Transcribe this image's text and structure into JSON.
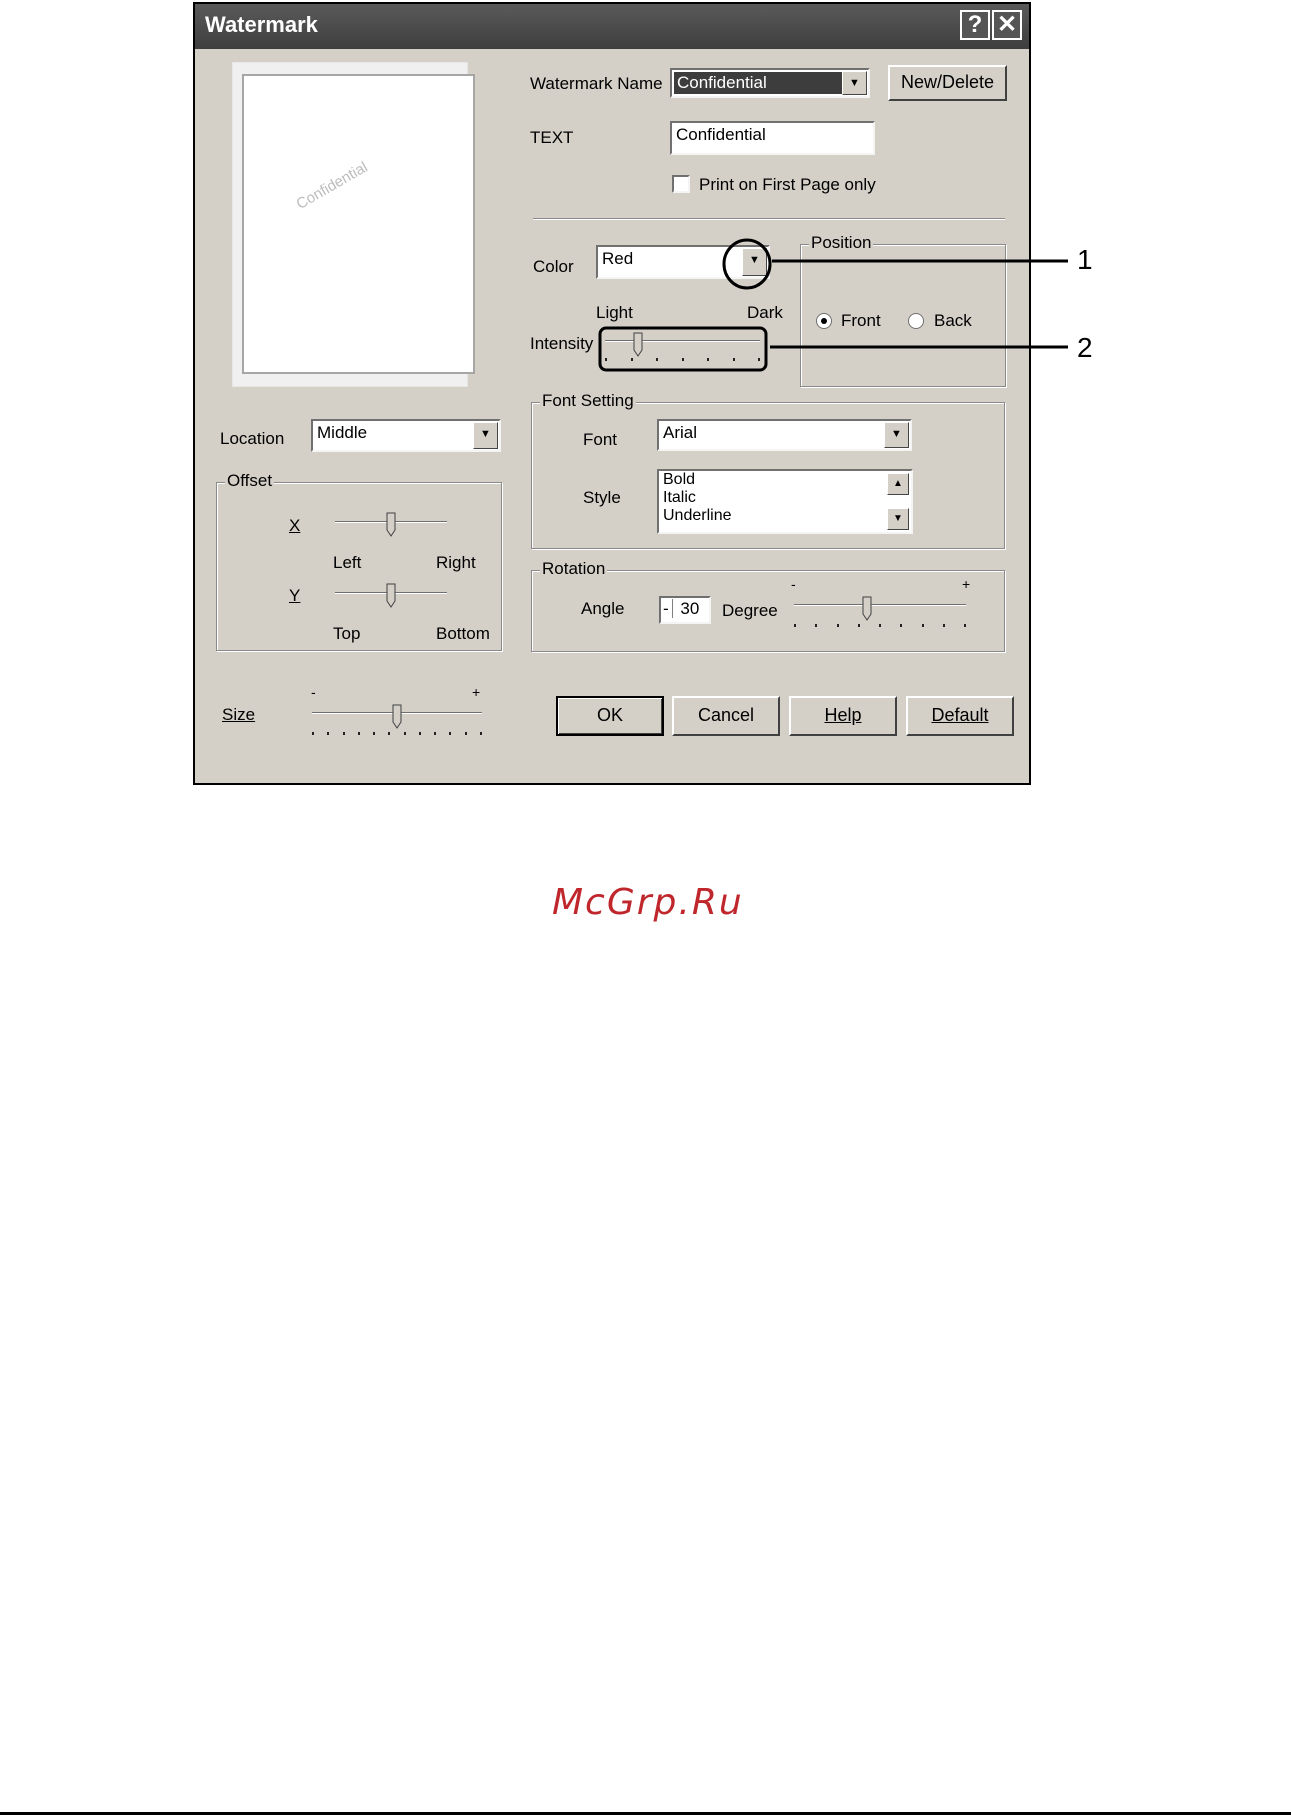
{
  "dialog": {
    "title": "Watermark",
    "help_glyph": "?",
    "close_glyph": "✕"
  },
  "preview": {
    "watermark_text": "Confidential"
  },
  "watermark_name": {
    "label": "Watermark Name",
    "value": "Confidential",
    "new_delete_label": "New/Delete"
  },
  "text": {
    "label": "TEXT",
    "value": "Confidential"
  },
  "first_page_only": {
    "label": "Print on First Page only",
    "checked": false
  },
  "color": {
    "label": "Color",
    "value": "Red"
  },
  "intensity": {
    "label": "Intensity",
    "min_label": "Light",
    "max_label": "Dark",
    "level": 0.2
  },
  "position": {
    "group_label": "Position",
    "options": [
      "Front",
      "Back"
    ],
    "selected": "Front"
  },
  "location": {
    "label": "Location",
    "value": "Middle"
  },
  "offset": {
    "group_label": "Offset",
    "x_label": "X",
    "x_min": "Left",
    "x_max": "Right",
    "x_level": 0.5,
    "y_label": "Y",
    "y_min": "Top",
    "y_max": "Bottom",
    "y_level": 0.5
  },
  "font_setting": {
    "group_label": "Font Setting",
    "font_label": "Font",
    "font_value": "Arial",
    "style_label": "Style",
    "style_items": [
      "Bold",
      "Italic",
      "Underline"
    ]
  },
  "rotation": {
    "group_label": "Rotation",
    "angle_label": "Angle",
    "angle_sign": "-",
    "angle_value": "30",
    "degree_label": "Degree",
    "minus_label": "-",
    "plus_label": "+",
    "level": 0.42
  },
  "size": {
    "label": "Size",
    "minus_label": "-",
    "plus_label": "+",
    "level": 0.5
  },
  "buttons": {
    "ok": "OK",
    "cancel": "Cancel",
    "help": "Help",
    "default": "Default"
  },
  "callouts": [
    "1",
    "2"
  ],
  "brand": "McGrp.Ru"
}
